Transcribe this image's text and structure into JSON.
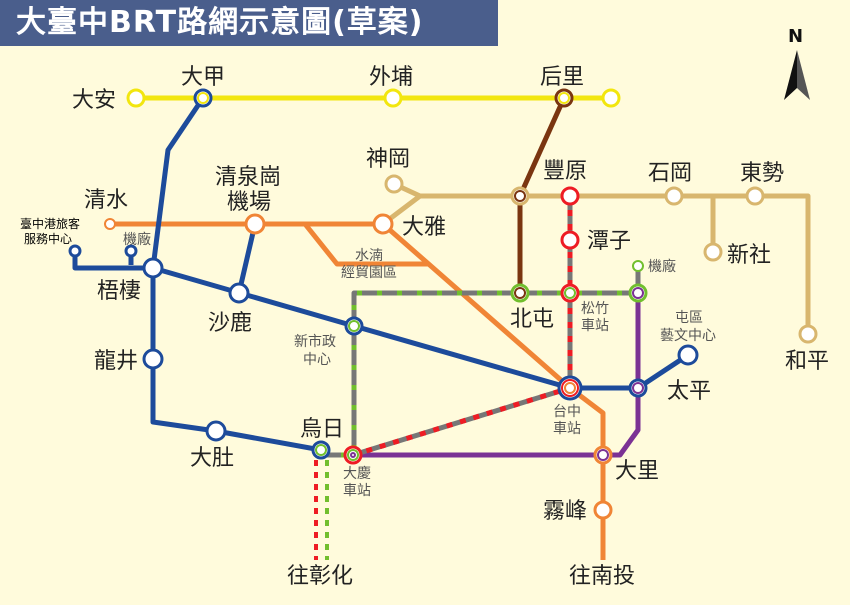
{
  "title": "大臺中BRT路網示意圖(草案)",
  "compass": "N",
  "colors": {
    "yellow": "#f2e60f",
    "blue": "#1d4b9b",
    "orange": "#f08536",
    "brown": "#7a3510",
    "tan": "#d8b66e",
    "red": "#ee1c24",
    "gray": "#777777",
    "green": "#71bf2e",
    "purple": "#7b3294"
  },
  "stations": {
    "daan": "大安",
    "dajia": "大甲",
    "waipu": "外埔",
    "houli": "后里",
    "shengang": "神岡",
    "fengyuan": "豐原",
    "shigang": "石岡",
    "dongshi": "東勢",
    "qingshui": "清水",
    "qingquangang": "清泉崗",
    "airport": "機場",
    "daya": "大雅",
    "tanzi": "潭子",
    "xinshe": "新社",
    "port_1": "臺中港旅客",
    "port_2": "服務中心",
    "depot_west": "機廠",
    "shuinan_1": "水湳",
    "shuinan_2": "經貿園區",
    "wuqi": "梧棲",
    "shalu": "沙鹿",
    "beitun": "北屯",
    "songzhu_1": "松竹",
    "songzhu_2": "車站",
    "depot_east": "機廠",
    "tunqu_1": "屯區",
    "tunqu_2": "藝文中心",
    "heping": "和平",
    "longjing": "龍井",
    "civic_1": "新市政",
    "civic_2": "中心",
    "taiping": "太平",
    "taichung_1": "台中",
    "taichung_2": "車站",
    "dadu": "大肚",
    "wuri": "烏日",
    "daqing_1": "大慶",
    "daqing_2": "車站",
    "dali": "大里",
    "wufeng": "霧峰",
    "to_changhua": "往彰化",
    "to_nantou": "往南投"
  }
}
